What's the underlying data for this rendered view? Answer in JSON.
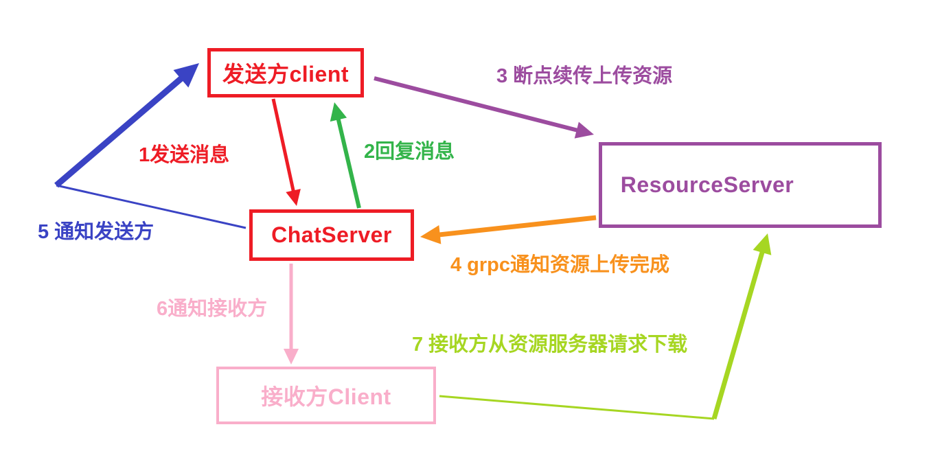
{
  "diagram": {
    "background": "#ffffff",
    "nodes": [
      {
        "id": "sender-client",
        "label": "发送方client",
        "color": "#ee1c25"
      },
      {
        "id": "chat-server",
        "label": "ChatServer",
        "color": "#ee1c25"
      },
      {
        "id": "resource-server",
        "label": "ResourceServer",
        "color": "#9c4c9f"
      },
      {
        "id": "receiver-client",
        "label": "接收方Client",
        "color": "#f9aeca"
      }
    ],
    "edges": [
      {
        "step": "1",
        "label": "1发送消息",
        "color": "#ee1c25",
        "from": "sender-client",
        "to": "chat-server"
      },
      {
        "step": "2",
        "label": "2回复消息",
        "color": "#33b44a",
        "from": "chat-server",
        "to": "sender-client"
      },
      {
        "step": "3",
        "label": "3 断点续传上传资源",
        "color": "#9c4c9f",
        "from": "sender-client",
        "to": "resource-server"
      },
      {
        "step": "4",
        "label": "4 grpc通知资源上传完成",
        "color": "#f8911d",
        "from": "resource-server",
        "to": "chat-server"
      },
      {
        "step": "5",
        "label": "5 通知发送方",
        "color": "#3a43c4",
        "from": "chat-server",
        "to": "sender-client"
      },
      {
        "step": "6",
        "label": "6通知接收方",
        "color": "#f9aeca",
        "from": "chat-server",
        "to": "receiver-client"
      },
      {
        "step": "7",
        "label": "7 接收方从资源服务器请求下载",
        "color": "#a6d622",
        "from": "receiver-client",
        "to": "resource-server"
      }
    ]
  }
}
